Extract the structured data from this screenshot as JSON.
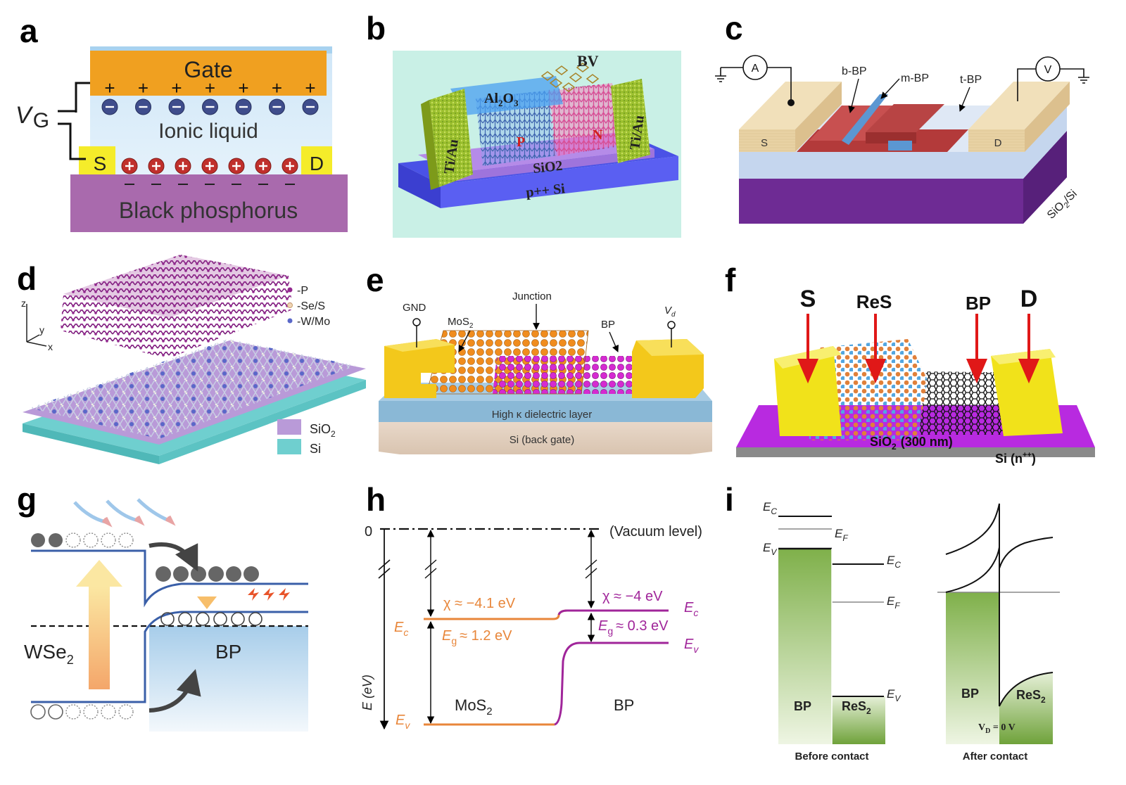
{
  "panels": {
    "a": {
      "label": "a",
      "gate": "Gate",
      "vg": "V",
      "vg_sub": "G",
      "liquid": "Ionic liquid",
      "source": "S",
      "drain": "D",
      "substrate": "Black phosphorus",
      "colors": {
        "gate": "#f0a020",
        "substrate": "#a96aad",
        "liquid": "#d8ecf8",
        "electrode": "#f5ec2a"
      }
    },
    "b": {
      "label": "b",
      "bv": "BV",
      "oxide": "Al",
      "oxide_sub1": "2",
      "oxide_o": "O",
      "oxide_sub2": "3",
      "left_contact": "Ti/Au",
      "right_contact": "Ti/Au",
      "p": "P",
      "n": "N",
      "sio2": "SiO2",
      "si": "p++ Si"
    },
    "c": {
      "label": "c",
      "ammeter": "A",
      "voltmeter": "V",
      "bbp": "b-BP",
      "mbp": "m-BP",
      "tbp": "t-BP",
      "source": "S",
      "drain": "D",
      "substrate": "SiO",
      "substrate_sub": "2",
      "substrate_end": "/Si"
    },
    "d": {
      "label": "d",
      "legend_p": "-P",
      "legend_ses": "-Se/S",
      "legend_wmo": "-W/Mo",
      "axis_z": "z",
      "axis_y": "y",
      "axis_x": "x",
      "sio2": "SiO",
      "sio2_sub": "2",
      "si": "Si"
    },
    "e": {
      "label": "e",
      "gnd": "GND",
      "junction": "Junction",
      "mos2": "MoS",
      "mos2_sub": "2",
      "bp": "BP",
      "vd": "V",
      "vd_sub": "d",
      "dielectric": "High κ dielectric layer",
      "backgate": "Si (back gate)"
    },
    "f": {
      "label": "f",
      "s": "S",
      "res": "ReS",
      "bp": "BP",
      "d": "D",
      "sio2": "SiO",
      "sio2_sub": "2",
      "sio2_thick": "(300 nm)",
      "si": "Si (n",
      "si_sup": "++",
      "si_end": ")"
    },
    "g": {
      "label": "g",
      "wse2": "WSe",
      "wse2_sub": "2",
      "bp": "BP"
    },
    "h": {
      "label": "h",
      "zero": "0",
      "vacuum": "(Vacuum level)",
      "chi_mos2": "χ ≈ −4.1 eV",
      "eg_mos2": "≈ 1.2 eV",
      "chi_bp": "χ ≈ −4 eV",
      "eg_bp": "≈ 0.3 eV",
      "ec": "E",
      "ec_sub": "c",
      "ev": "E",
      "ev_sub": "v",
      "eg": "E",
      "eg_sub": "g",
      "mos2": "MoS",
      "mos2_sub": "2",
      "bp": "BP",
      "yaxis": "E (eV)",
      "colors": {
        "mos2": "#e8863a",
        "bp": "#a0259a"
      }
    },
    "i": {
      "label": "i",
      "ec": "E",
      "ec_sub": "C",
      "ef": "E",
      "ef_sub": "F",
      "ev": "E",
      "ev_sub": "V",
      "bp": "BP",
      "res2": "ReS",
      "res2_sub": "2",
      "vd": "V",
      "vd_sub": "D",
      "vd_end": " = 0 V",
      "before": "Before contact",
      "after": "After contact"
    }
  }
}
